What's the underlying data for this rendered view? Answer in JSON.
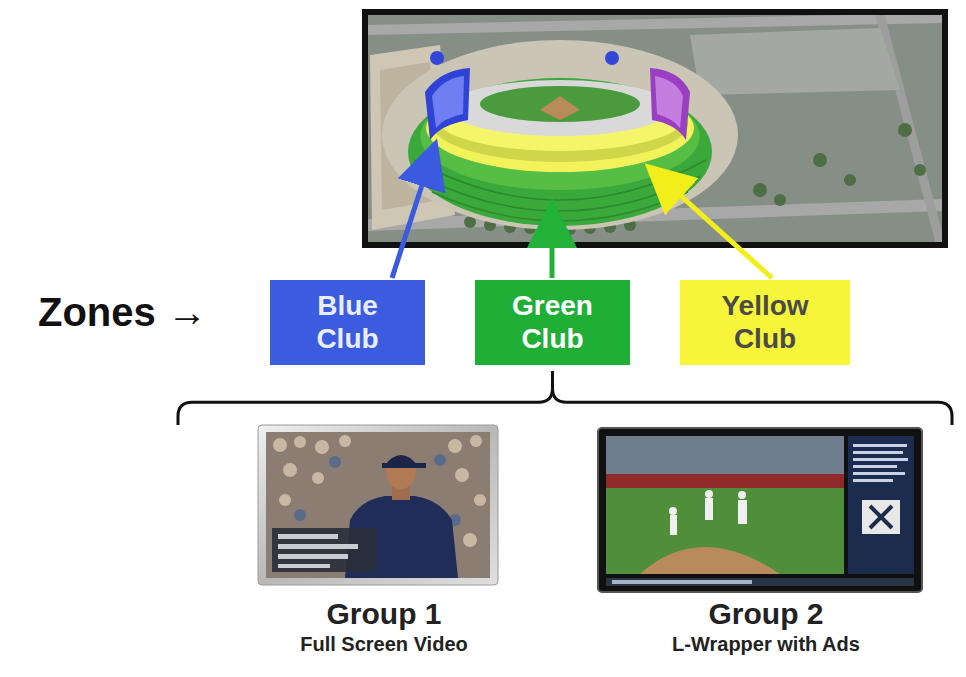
{
  "diagram": {
    "nodes": [
      {
        "text": [
          "Blue Club"
        ]
      },
      {
        "text": [
          "Green Club"
        ]
      },
      {
        "text": [
          "Yellow Club"
        ]
      },
      {
        "text": [
          "Group 1",
          "Full Screen Video"
        ]
      },
      {
        "text": [
          "Group 2",
          "L-Wrapper with Ads"
        ]
      }
    ],
    "edges": [
      {
        "from": 1,
        "to": 3,
        "arrow": "none"
      },
      {
        "from": 1,
        "to": 4,
        "arrow": "none"
      }
    ],
    "labels": [
      "Zones →"
    ]
  }
}
